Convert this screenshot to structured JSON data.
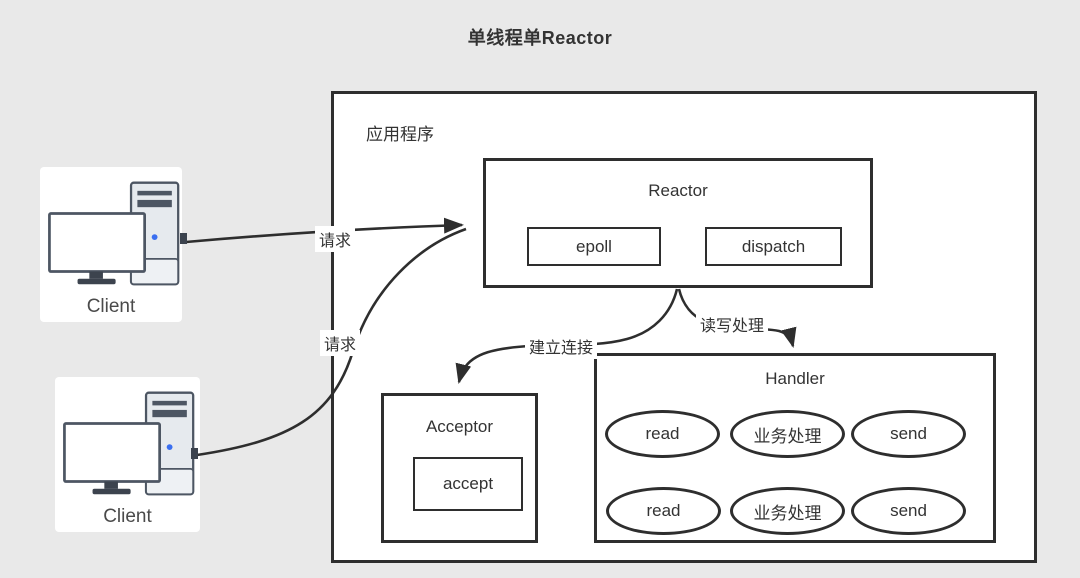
{
  "title": "单线程单Reactor",
  "app": {
    "label": "应用程序"
  },
  "clients": [
    {
      "label": "Client"
    },
    {
      "label": "Client"
    }
  ],
  "reactor": {
    "title": "Reactor",
    "epoll": "epoll",
    "dispatch": "dispatch"
  },
  "acceptor": {
    "title": "Acceptor",
    "accept": "accept"
  },
  "handler": {
    "title": "Handler",
    "rows": [
      {
        "read": "read",
        "biz": "业务处理",
        "send": "send"
      },
      {
        "read": "read",
        "biz": "业务处理",
        "send": "send"
      }
    ]
  },
  "edges": {
    "request1": "请求",
    "request2": "请求",
    "establish": "建立连接",
    "readwrite": "读写处理"
  },
  "colors": {
    "background": "#e9e9e9",
    "box_fill": "#ffffff",
    "stroke": "#2e2e2e",
    "text": "#333333",
    "power_dot": "#3a6ff0"
  }
}
